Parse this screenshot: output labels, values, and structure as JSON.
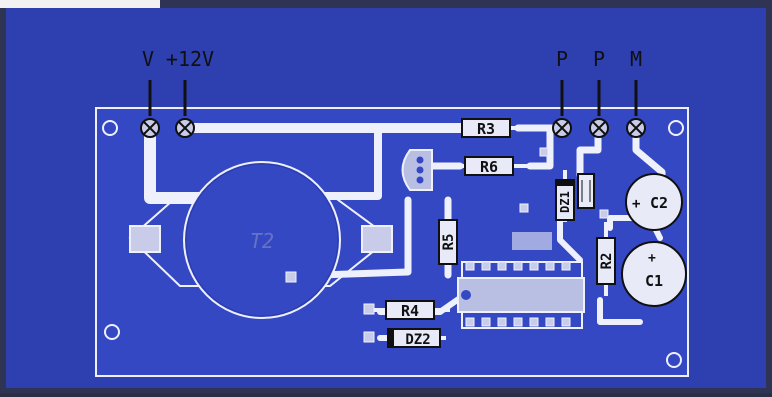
{
  "terminals": {
    "v": "V",
    "v12": "+12V",
    "p1": "P",
    "p2": "P",
    "m": "M"
  },
  "components": {
    "r3": "R3",
    "r6": "R6",
    "r4": "R4",
    "r5": "R5",
    "r2": "R2",
    "c1": "C1",
    "c2": "C2",
    "dz1": "DZ1",
    "dz2": "DZ2",
    "t2": "T2",
    "c1_polarity": "+",
    "c2_polarity": "+"
  },
  "colors": {
    "frame": "#2f3454",
    "background": "#2e3fb0",
    "board_copper": "#3548c4",
    "trace": "#eef0fb",
    "pad": "#c9cce8",
    "label": "#101010"
  }
}
